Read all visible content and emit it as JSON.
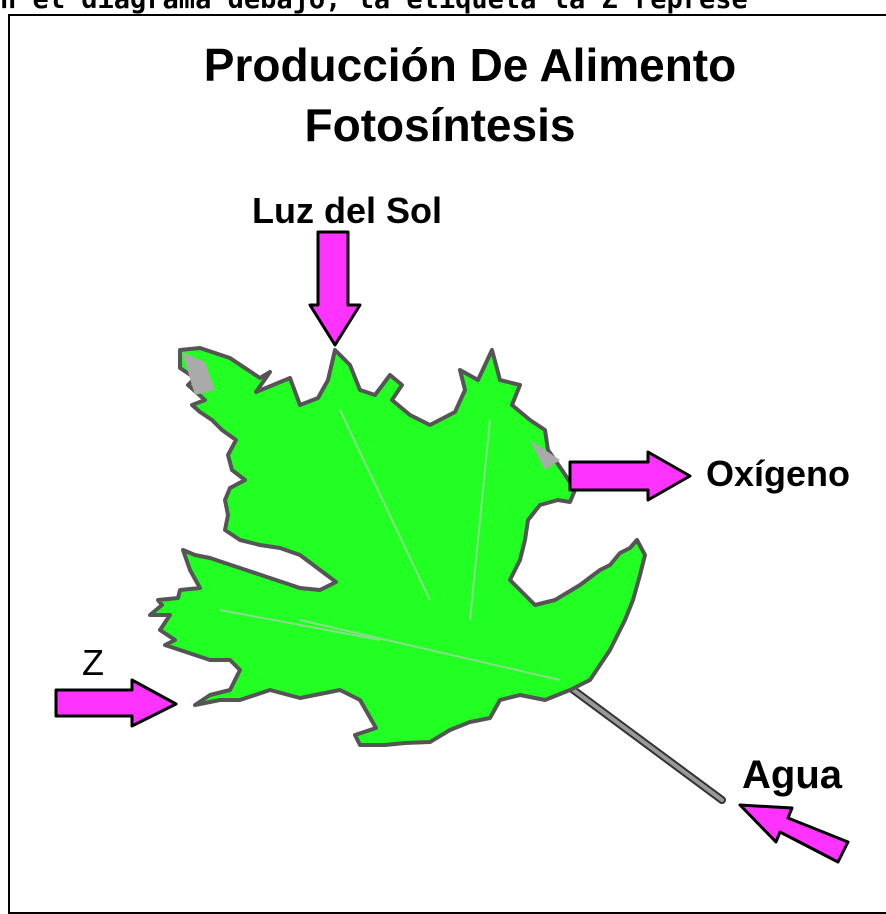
{
  "top_text": "n el diagrama debajo, la etiqueta la Z represe",
  "title_line1": "Producción De Alimento",
  "title_line2": "Fotosíntesis",
  "labels": {
    "sunlight": "Luz del Sol",
    "oxygen": "Oxígeno",
    "z": "Z",
    "water": "Agua"
  },
  "colors": {
    "leaf": "#22ff22",
    "arrow": "#ff33ff",
    "arrow_outline": "#000000",
    "stem": "#888888"
  }
}
